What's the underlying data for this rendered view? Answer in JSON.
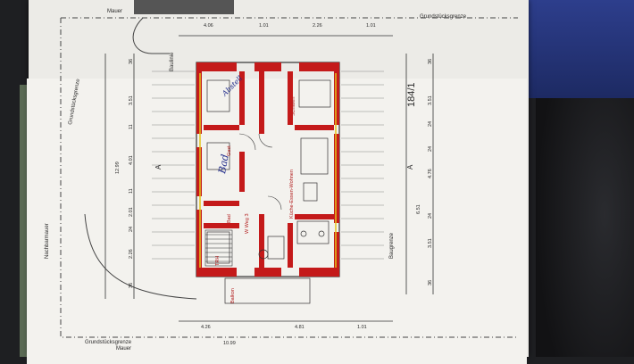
{
  "plan": {
    "top_label_mauer": "Mauer",
    "bottom_label_mauer": "Mauer",
    "boundary_left": "Grundstücksgrenze",
    "boundary_top": "Grundstücksgrenze",
    "boundary_bottom": "Grundstücksgrenze",
    "neighbor_wall": "Nachbarmauer",
    "baulinie": "Baulinie",
    "baugrenze": "Baugrenze",
    "parcel_number": "184/1",
    "section_marker": "A",
    "rooms": {
      "kitchen_living": "Küche-Essen-Wohnen",
      "bedroom": "Schlafen",
      "guest": "Gast",
      "bath": "Bad",
      "corridor": "W Weg 3",
      "stairs": "TRH",
      "balcony": "Balkon"
    },
    "handwriting": [
      "Bad",
      "Abstell"
    ],
    "dimensions_left": [
      "36",
      "2.26",
      "24",
      "2.01",
      "11",
      "4.01",
      "12.99",
      "11",
      "3.51",
      "36"
    ],
    "dimensions_right": [
      "36",
      "3.51",
      "24",
      "6.51",
      "24",
      "4.76",
      "24",
      "3.51",
      "36"
    ],
    "dimensions_top": [
      "4.06",
      "1.01",
      "2.26",
      "1.01"
    ],
    "dimensions_bottom": [
      "4.26",
      "10.99",
      "4.81",
      "1.01"
    ]
  }
}
